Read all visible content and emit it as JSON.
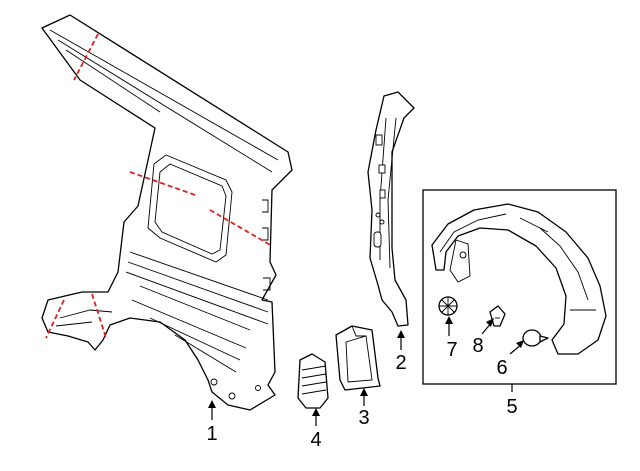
{
  "callouts": [
    {
      "id": "1",
      "label": "1"
    },
    {
      "id": "2",
      "label": "2"
    },
    {
      "id": "3",
      "label": "3"
    },
    {
      "id": "4",
      "label": "4"
    },
    {
      "id": "5",
      "label": "5"
    },
    {
      "id": "6",
      "label": "6"
    },
    {
      "id": "7",
      "label": "7"
    },
    {
      "id": "8",
      "label": "8"
    }
  ],
  "colors": {
    "line": "#000000",
    "cut_line": "#e01e1e",
    "background": "#ffffff"
  }
}
